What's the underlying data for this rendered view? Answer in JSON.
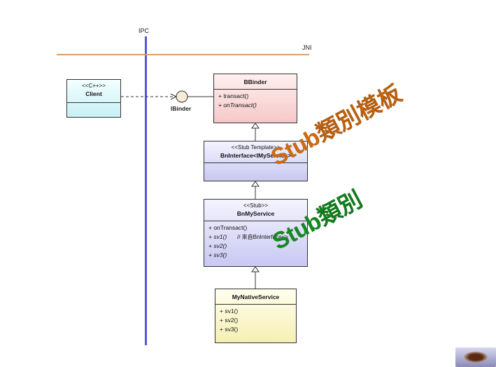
{
  "labels": {
    "ipc": "IPC",
    "jni": "JNI",
    "ibinder": "IBinder"
  },
  "classes": {
    "client": {
      "stereotype": "<<C++>>",
      "name": "Client"
    },
    "bbinder": {
      "name": "BBinder",
      "ops": [
        "+ transact()",
        "+ onTransact()"
      ]
    },
    "bninterface": {
      "stereotype": "<<Stub Template>>",
      "name": "BnInterface<IMyService>"
    },
    "bnmyservice": {
      "stereotype": "<<Stub>>",
      "name": "BnMyService",
      "ops": [
        "+ onTransact()",
        "+ sv1()",
        "+ sv2()",
        "+ sv3()"
      ],
      "note": "// 來自BnInterface<>"
    },
    "mynative": {
      "name": "MyNativeService",
      "ops": [
        "+ sv1()",
        "+ sv2()",
        "+ sv3()"
      ]
    }
  },
  "overlays": {
    "stub_template": "Stub類別模板",
    "stub_class": "Stub類別"
  },
  "colors": {
    "ipc_line": "#5555dd",
    "jni_line": "#d9a066",
    "overlay_orange": "#d06a0e",
    "overlay_green": "#118a1e"
  },
  "icons": {
    "logo": "coffee-cup-icon"
  }
}
